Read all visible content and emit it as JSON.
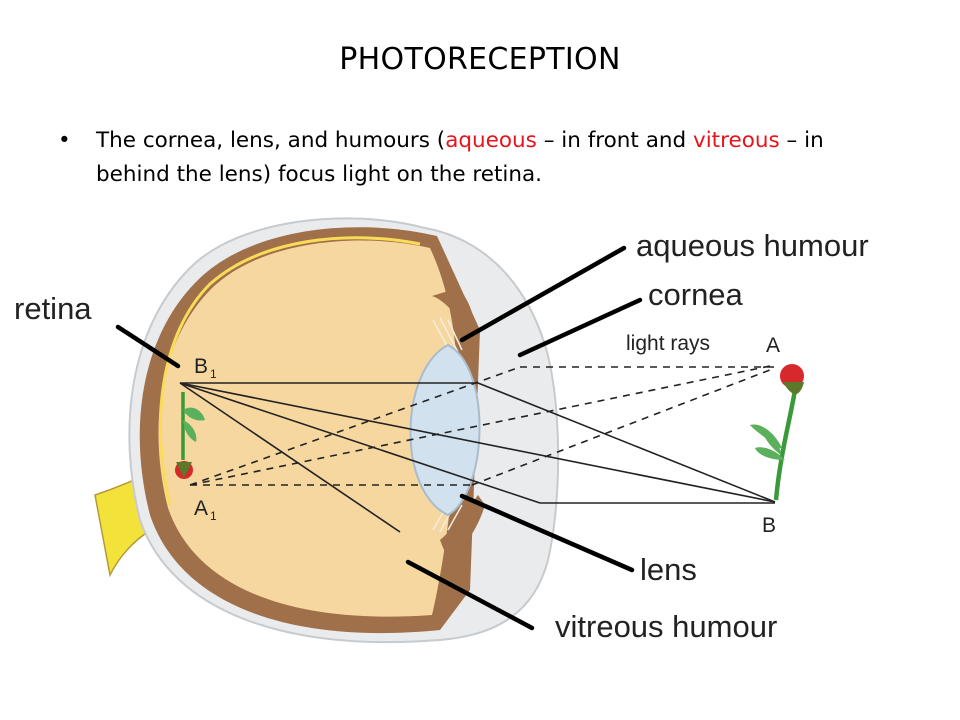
{
  "slide": {
    "title": "PHOTORECEPTION",
    "bullet": {
      "symbol": "•",
      "part1": "The cornea, lens, and humours (",
      "aqueous": "aqueous",
      "part2": " – in front and ",
      "vitreous": "vitreous",
      "part3": " – in behind the lens) focus light on the retina."
    }
  },
  "diagram": {
    "labels": {
      "aqueous_humour": "aqueous humour",
      "cornea": "cornea",
      "retina": "retina",
      "light_rays": "light rays",
      "lens": "lens",
      "vitreous_humour": "vitreous humour",
      "point_a": "A",
      "point_b": "B",
      "point_b1": "B",
      "point_b1_sub": "1",
      "point_a1": "A",
      "point_a1_sub": "1"
    },
    "colors": {
      "vitreous": "#f7d7a0",
      "sclera": "#a0704a",
      "outer_coat": "#e9ebec",
      "lens": "#d2e1ee",
      "optic_nerve": "#f3e23a",
      "highlight": "#f9dc58",
      "highlight_red": "#e8141b"
    }
  }
}
